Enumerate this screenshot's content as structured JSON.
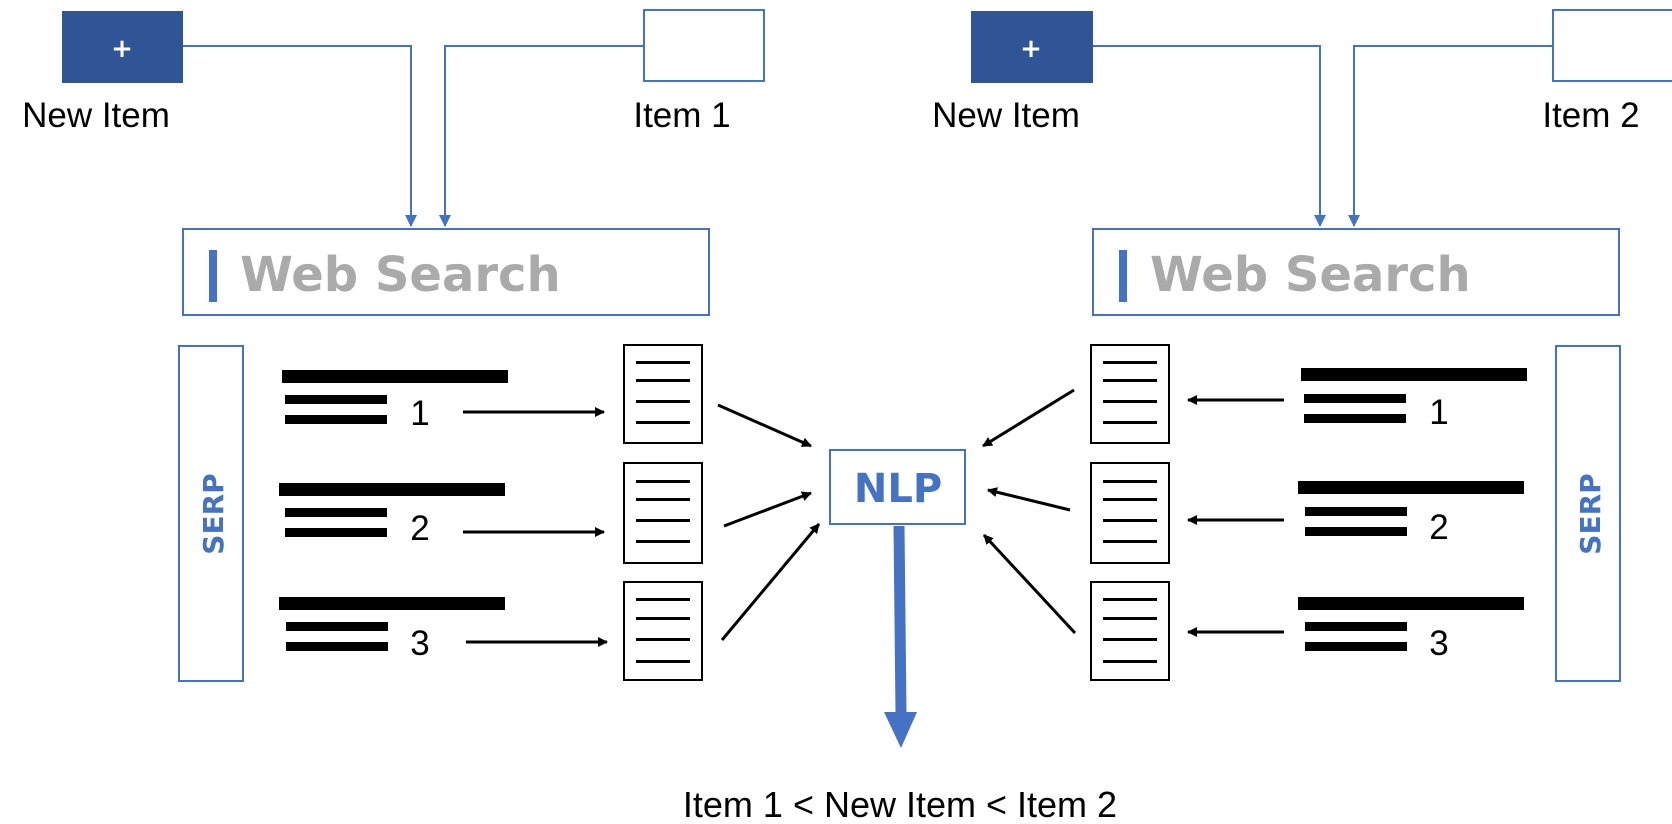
{
  "colors": {
    "accent": "#4472C4",
    "new_item_fill": "#2F5597",
    "search_text": "#AAAAAA",
    "ink": "#000000"
  },
  "left": {
    "new_item": {
      "symbol": "+",
      "label": "New Item"
    },
    "item": {
      "label": "Item 1"
    },
    "search": {
      "text": "Web Search"
    },
    "serp": {
      "label": "SERP"
    },
    "results": [
      "1",
      "2",
      "3"
    ]
  },
  "right": {
    "new_item": {
      "symbol": "+",
      "label": "New Item"
    },
    "item": {
      "label": "Item 2"
    },
    "search": {
      "text": "Web Search"
    },
    "serp": {
      "label": "SERP"
    },
    "results": [
      "1",
      "2",
      "3"
    ]
  },
  "nlp": {
    "label": "NLP"
  },
  "result": {
    "text": "Item 1 < New Item < Item 2"
  }
}
